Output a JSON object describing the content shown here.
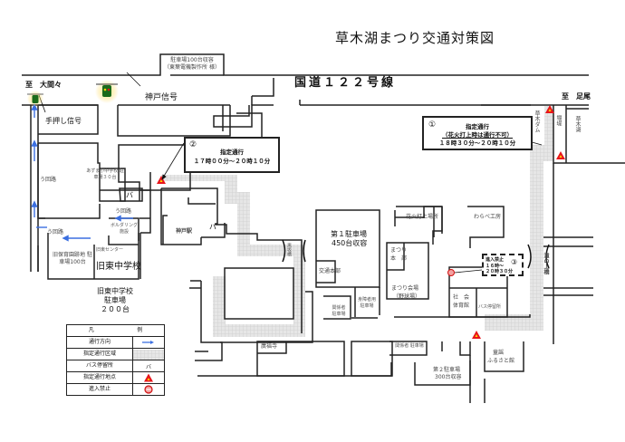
{
  "title": "草木湖まつり交通対策図",
  "route": "国道１２２号線",
  "directions": {
    "west": "至　大間々",
    "east": "至　足尾"
  },
  "signals": {
    "kando": "神戸信号",
    "pushbutton": "手押し信号"
  },
  "parking_top": {
    "line1": "駐車場100台収容",
    "line2": "（東葉電機製作所 様）"
  },
  "callouts": {
    "c1": {
      "number": "①",
      "title": "指定通行",
      "note": "（花火打上時は通行不可）",
      "time": "１８時３０分～２０時１０分"
    },
    "c2": {
      "number": "②",
      "title": "指定通行",
      "time": "１７時００分～２０時１０分"
    },
    "c3": {
      "number": "③",
      "title": "進入禁止",
      "line2": "１６時～",
      "line3": "２０時３０分"
    }
  },
  "places": {
    "dam": "草木ダム",
    "embankment": "堰堤",
    "lake": "草木湖",
    "azuma_school_parking": "あずま小中学校 駐車場３０台",
    "detour1": "う回路",
    "detour2": "う回路",
    "detour3": "う回路",
    "bouldering": "ボルダリング 施設",
    "community_center": "旧東センター",
    "nursery_parking": "旧保育園跡地 駐車場100台",
    "old_school": "旧東中学校",
    "old_school_parking_1": "旧東中学校",
    "old_school_parking_2": "駐車場",
    "old_school_parking_3": "２００台",
    "kando_station": "神戸駅",
    "bus_stop_glyph": "バ",
    "bridge_left": "黒坂橋",
    "parking1_name": "第１駐車場",
    "parking1_capacity": "450台収容",
    "traffic_hq": "交通本部",
    "staff_parking_a": "関係者 駐車場",
    "disabled_parking": "身障者用 駐車場",
    "fireworks_site": "花火打上場所",
    "warabe": "わらべ工房",
    "festival_hq_1": "まつり",
    "festival_hq_2": "本　部",
    "venue_1": "まつり会場",
    "venue_2": "（野球場）",
    "gym_1": "社　会",
    "gym_2": "体育館",
    "bus_stop": "バス停留所",
    "bridge_right": "滝の上橋",
    "temple": "廣福寺",
    "staff_parking_b": "関係者 駐車場",
    "parking2_name": "第２駐車場",
    "parking2_capacity": "300台収容",
    "museum_1": "童謡",
    "museum_2": "ふるさと館"
  },
  "legend": {
    "header_left": "凡",
    "header_right": "例",
    "rows": [
      {
        "label": "通行方向",
        "symbol": "arrow-icon"
      },
      {
        "label": "指定通行区域",
        "symbol": "hatched-area"
      },
      {
        "label": "バス停留所",
        "symbol": "bus-stop-glyph",
        "glyph": "バ"
      },
      {
        "label": "指定通行地点",
        "symbol": "warning-triangle-icon"
      },
      {
        "label": "進入禁止",
        "symbol": "no-entry-icon"
      }
    ]
  },
  "colors": {
    "road_line": "#222222",
    "arrow": "#3b6fe0",
    "warning": "#e8141b",
    "warning_inner": "#ffd200",
    "zone": "#d9d9d9"
  }
}
